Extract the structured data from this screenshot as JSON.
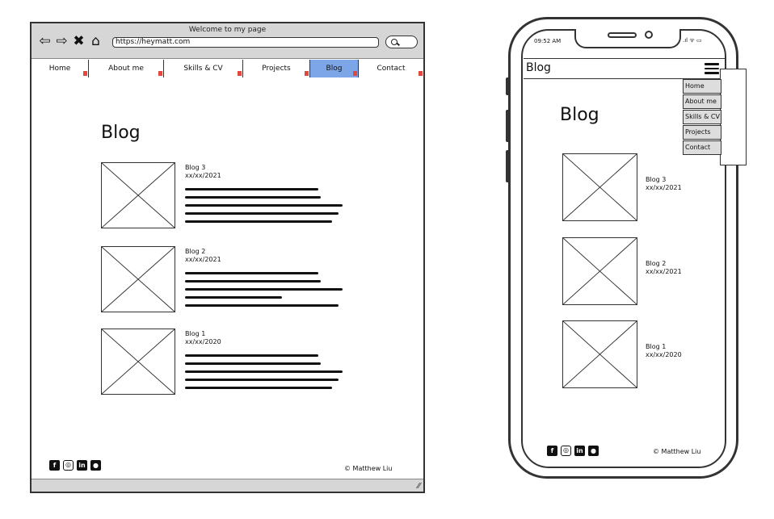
{
  "desktop": {
    "window_title": "Welcome to my page",
    "url": "https://heymatt.com",
    "nav_icons": [
      "back-arrow-icon",
      "forward-arrow-icon",
      "close-icon",
      "home-icon"
    ],
    "nav": [
      {
        "label": "Home",
        "active": false
      },
      {
        "label": "About me",
        "active": false
      },
      {
        "label": "Skills & CV",
        "active": false
      },
      {
        "label": "Projects",
        "active": false
      },
      {
        "label": "Blog",
        "active": true
      },
      {
        "label": "Contact",
        "active": false
      }
    ],
    "heading": "Blog",
    "posts": [
      {
        "title": "Blog 3",
        "date": "xx/xx/2021"
      },
      {
        "title": "Blog 2",
        "date": "xx/xx/2021"
      },
      {
        "title": "Blog 1",
        "date": "xx/xx/2020"
      }
    ],
    "social_icons": [
      "facebook-icon",
      "instagram-icon",
      "linkedin-icon",
      "github-icon"
    ],
    "copyright": "© Matthew Liu",
    "accent_color": "#7ca6e8"
  },
  "mobile": {
    "time": "09:52 AM",
    "header_title": "Blog",
    "menu": [
      "Home",
      "About me",
      "Skills & CV",
      "Projects",
      "Contact"
    ],
    "heading": "Blog",
    "posts": [
      {
        "title": "Blog 3",
        "date": "xx/xx/2021"
      },
      {
        "title": "Blog 2",
        "date": "xx/xx/2021"
      },
      {
        "title": "Blog 1",
        "date": "xx/xx/2020"
      }
    ],
    "social_icons": [
      "facebook-icon",
      "instagram-icon",
      "linkedin-icon",
      "github-icon"
    ],
    "copyright": "© Matthew Liu"
  }
}
